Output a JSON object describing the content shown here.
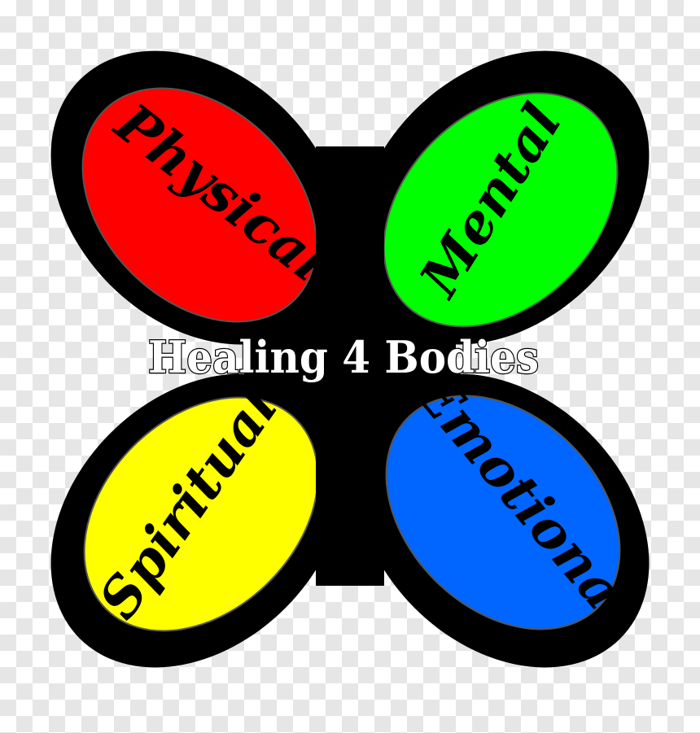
{
  "logo": {
    "petals": {
      "physical": {
        "label": "Physical",
        "color": "#ff0000"
      },
      "mental": {
        "label": "Mental",
        "color": "#00ff00"
      },
      "spiritual": {
        "label": "Spiritual",
        "color": "#ffff00"
      },
      "emotional": {
        "label": "Emotional",
        "color": "#0066ff"
      }
    },
    "outline_color": "#000000",
    "center_title": "Healing 4 Bodies"
  }
}
